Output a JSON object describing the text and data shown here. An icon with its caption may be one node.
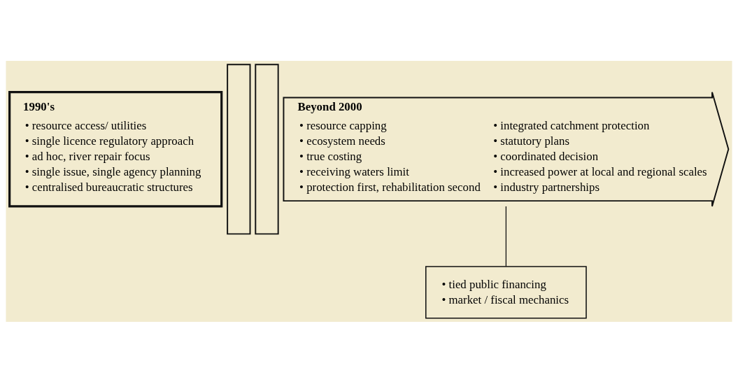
{
  "diagram": {
    "nodes": [
      {
        "text": [
          "1990's",
          "• resource access/ utilities",
          "• single licence regulatory approach",
          "• ad hoc, river repair focus",
          "• single issue, single agency planning",
          "• centralised bureaucratic structures"
        ]
      },
      {
        "text": [],
        "shape": "bar"
      },
      {
        "text": [],
        "shape": "bar"
      },
      {
        "text": [
          "Beyond 2000",
          "• resource capping",
          "• ecosystem needs",
          "• true costing",
          "• receiving waters limit",
          "• protection first, rehabilitation second",
          "• integrated catchment protection",
          "• statutory plans",
          "• coordinated decision",
          "• increased power at local and regional scales",
          "• industry partnerships"
        ]
      },
      {
        "text": [
          "• tied public financing",
          "• market / fiscal mechanics"
        ]
      }
    ],
    "edges": [
      {
        "from": 3,
        "to": 4,
        "arrow": "none"
      }
    ]
  }
}
